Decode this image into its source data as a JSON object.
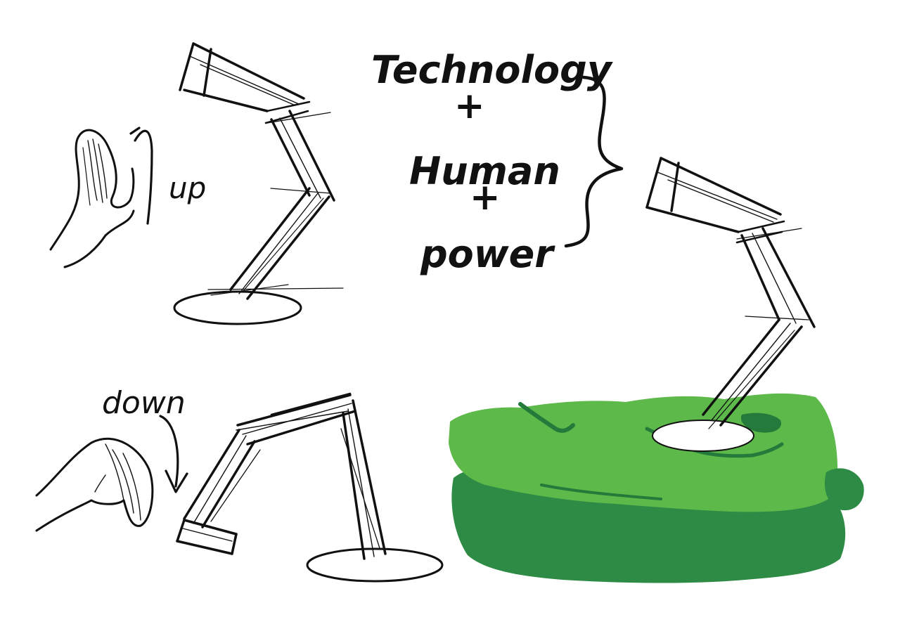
{
  "sketch": {
    "labels": {
      "up": "up",
      "down": "down",
      "equation_line_1": "Technology",
      "equation_plus_1": "+",
      "equation_line_2": "Human",
      "equation_plus_2": "+",
      "equation_line_3": "power"
    },
    "colors": {
      "ink": "#111111",
      "grass_light": "#5cb94a",
      "grass_dark": "#2e8b45",
      "grass_deep": "#247a3a",
      "background": "#ffffff"
    },
    "icons": {
      "hand_up": "hand-raised-icon",
      "hand_down": "hand-pressing-icon",
      "lamp": "desk-lamp-icon",
      "brace": "curly-brace-icon"
    }
  }
}
